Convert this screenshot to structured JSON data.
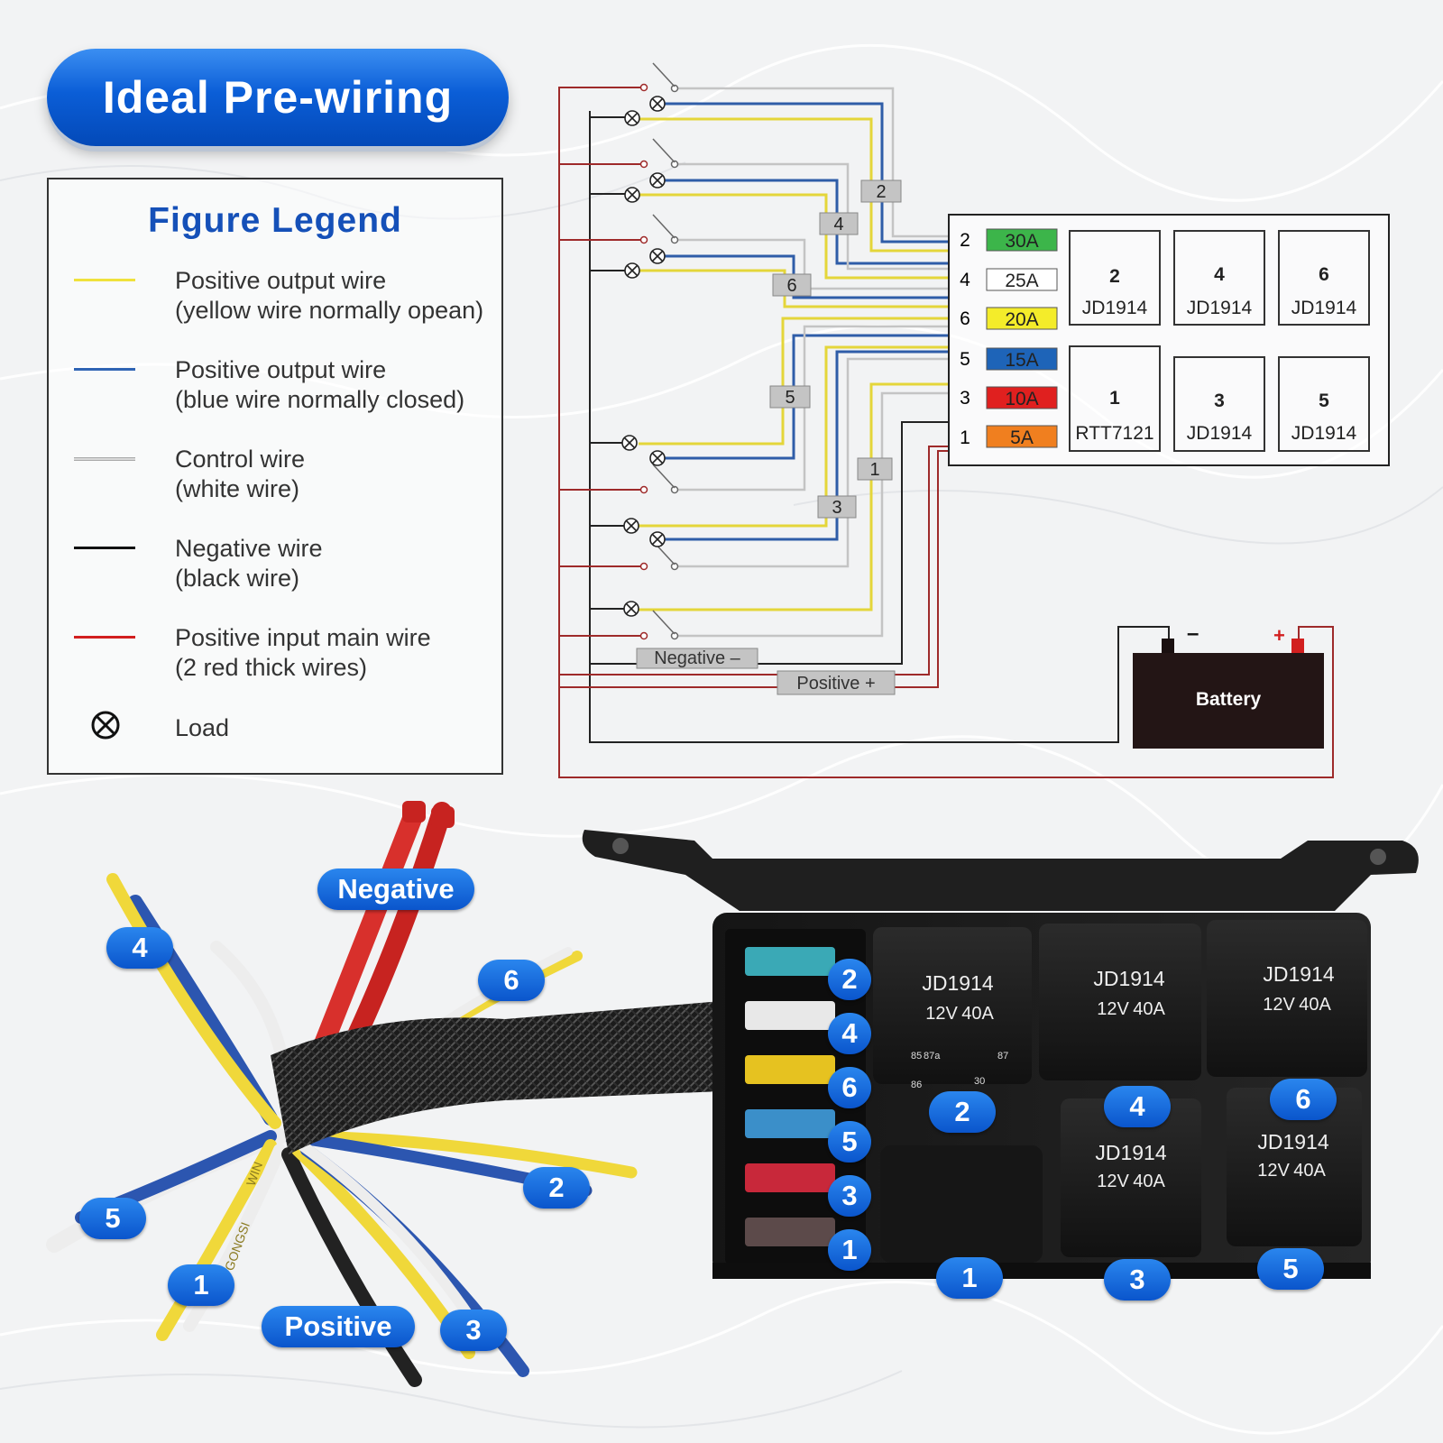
{
  "header": {
    "title": "Ideal Pre-wiring"
  },
  "legend": {
    "title": "Figure Legend",
    "items": [
      {
        "line1": "Positive output wire",
        "line2": "(yellow wire normally opean)",
        "color": "#f0e23c"
      },
      {
        "line1": "Positive output wire",
        "line2": "(blue wire normally closed)",
        "color": "#2f64b4"
      },
      {
        "line1": "Control wire",
        "line2": "(white wire)",
        "color": "#d8d8d8"
      },
      {
        "line1": "Negative wire",
        "line2": "(black wire)",
        "color": "#111111"
      },
      {
        "line1": "Positive input main wire",
        "line2": "(2 red thick wires)",
        "color": "#d21f1f"
      }
    ],
    "load_label": "Load",
    "load_icon": "load-cross-circle-icon"
  },
  "schematic": {
    "tags": [
      "2",
      "4",
      "6",
      "5",
      "1",
      "3"
    ],
    "negative_label": "Negative –",
    "positive_label": "Positive +",
    "fuse_rows": [
      {
        "num": "2",
        "amp": "30A",
        "color": "#3cb54a"
      },
      {
        "num": "4",
        "amp": "25A",
        "color": "#ffffff"
      },
      {
        "num": "6",
        "amp": "20A",
        "color": "#f4ec2a"
      },
      {
        "num": "5",
        "amp": "15A",
        "color": "#1e64b8"
      },
      {
        "num": "3",
        "amp": "10A",
        "color": "#e0201f"
      },
      {
        "num": "1",
        "amp": "5A",
        "color": "#f07f1f"
      }
    ],
    "relays": [
      {
        "num": "2",
        "model": "JD1914"
      },
      {
        "num": "4",
        "model": "JD1914"
      },
      {
        "num": "6",
        "model": "JD1914"
      },
      {
        "num": "1",
        "model": "RTT7121"
      },
      {
        "num": "3",
        "model": "JD1914"
      },
      {
        "num": "5",
        "model": "JD1914"
      }
    ],
    "battery": {
      "label": "Battery",
      "minus": "–",
      "plus": "+"
    }
  },
  "photo": {
    "wire_badges": {
      "negative": "Negative",
      "positive": "Positive",
      "w4": "4",
      "w6": "6",
      "w2": "2",
      "w5": "5",
      "w1": "1",
      "w3": "3"
    },
    "fuse_badges": [
      "2",
      "4",
      "6",
      "5",
      "3",
      "1"
    ],
    "relay_model": "JD1914",
    "relay_rating_v": "12V",
    "relay_rating_a": "40A",
    "relay_pins": {
      "p85": "85",
      "p87a": "87a",
      "p86": "86",
      "p30": "30",
      "p87": "87"
    },
    "relay_badges": [
      "2",
      "4",
      "6",
      "1",
      "3",
      "5"
    ],
    "wire_print_1": "GONGSI",
    "wire_print_2": "WIN"
  }
}
